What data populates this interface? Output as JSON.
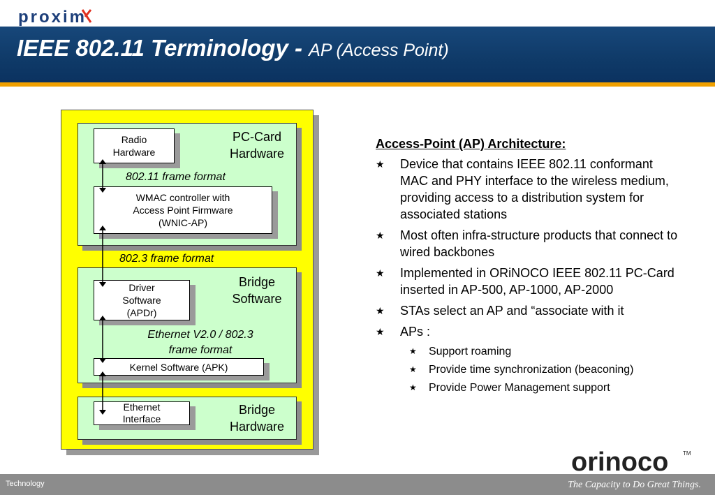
{
  "header": {
    "logo_text": "proxim",
    "title_main": "IEEE 802.11 Terminology - ",
    "title_sub": "AP (Access Point)"
  },
  "diagram": {
    "panels": [
      {
        "label_line1": "PC-Card",
        "label_line2": "Hardware"
      },
      {
        "label_line1": "Bridge",
        "label_line2": "Software"
      },
      {
        "label_line1": "Bridge",
        "label_line2": "Hardware"
      }
    ],
    "boxes": {
      "radio": [
        "Radio",
        "Hardware"
      ],
      "wmac": [
        "WMAC controller with",
        "Access Point Firmware",
        "(WNIC-AP)"
      ],
      "driver": [
        "Driver",
        "Software",
        "(APDr)"
      ],
      "kernel": "Kernel Software (APK)",
      "ethernet": [
        "Ethernet",
        "Interface"
      ]
    },
    "frame_labels": {
      "f80211": "802.11 frame format",
      "f8023": "802.3 frame format",
      "eth_line1": "Ethernet V2.0 / 802.3",
      "eth_line2": "frame format"
    }
  },
  "content": {
    "heading": "Access-Point (AP) Architecture:",
    "bullets": [
      "Device that contains IEEE 802.11 conformant MAC and PHY interface to the wireless medium, providing access to a distribution system for associated stations",
      "Most often infra-structure products that connect to wired backbones",
      "Implemented in ORiNOCO IEEE 802.11 PC-Card inserted in AP-500, AP-1000, AP-2000",
      "STAs select an AP and “associate with it",
      "APs :"
    ],
    "sub_bullets": [
      "Support roaming",
      "Provide time synchronization (beaconing)",
      "Provide Power Management support"
    ]
  },
  "footer": {
    "left": "Technology",
    "right": "The Capacity to Do Great Things.",
    "logo_text": "orinoco",
    "logo_tm": "TM"
  },
  "colors": {
    "title_bar": "#0f3a68",
    "accent_orange": "#f0a000",
    "diagram_bg": "#ffff00",
    "panel_bg": "#ccffcc",
    "footer_bg": "#8c8c8c"
  }
}
